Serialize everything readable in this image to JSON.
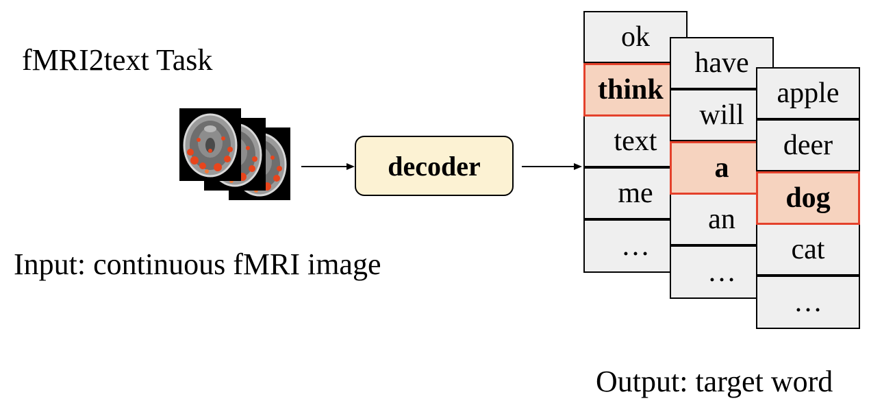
{
  "title": "fMRI2text Task",
  "input_label": "Input: continuous fMRI image",
  "output_label": "Output: target word",
  "decoder_label": "decoder",
  "colors": {
    "decoder_fill": "#fcf2d3",
    "cell_fill": "#efefef",
    "selected_fill": "#f6d3bf",
    "selected_border": "#e4412b",
    "activation": "#e8451c"
  },
  "columns": [
    {
      "words": [
        "ok",
        "think",
        "text",
        "me",
        "…"
      ],
      "selected_index": 1
    },
    {
      "words": [
        "have",
        "will",
        "a",
        "an",
        "…"
      ],
      "selected_index": 2
    },
    {
      "words": [
        "apple",
        "deer",
        "dog",
        "cat",
        "…"
      ],
      "selected_index": 2
    }
  ]
}
